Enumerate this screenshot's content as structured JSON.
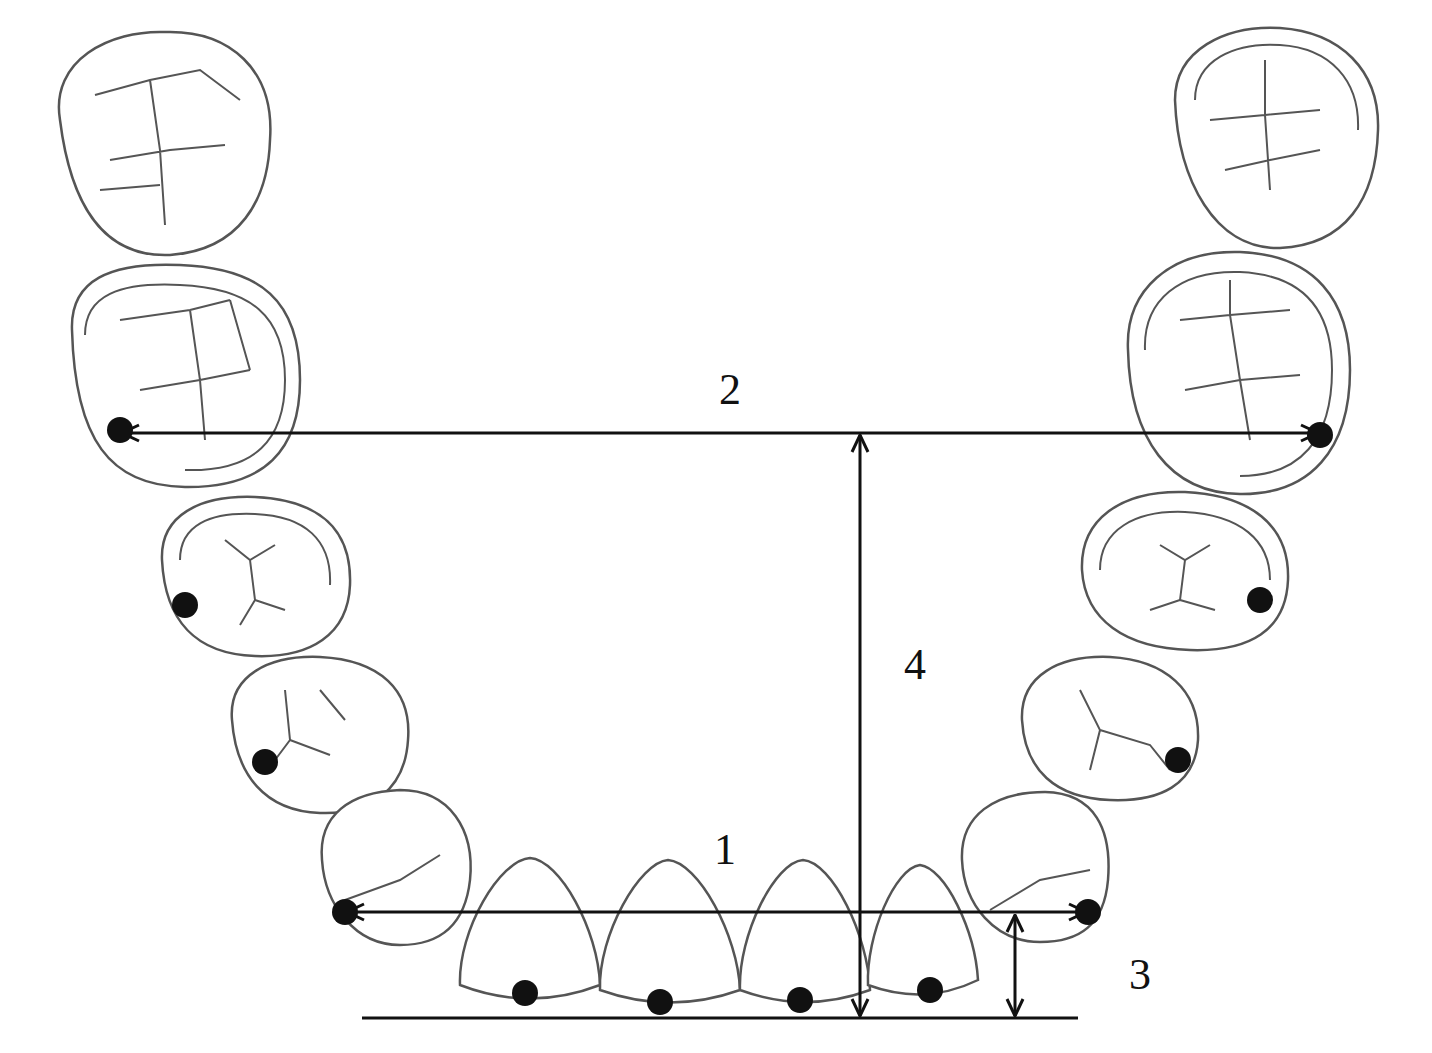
{
  "diagram": {
    "labels": [
      "2",
      "4",
      "1",
      "3"
    ]
  }
}
